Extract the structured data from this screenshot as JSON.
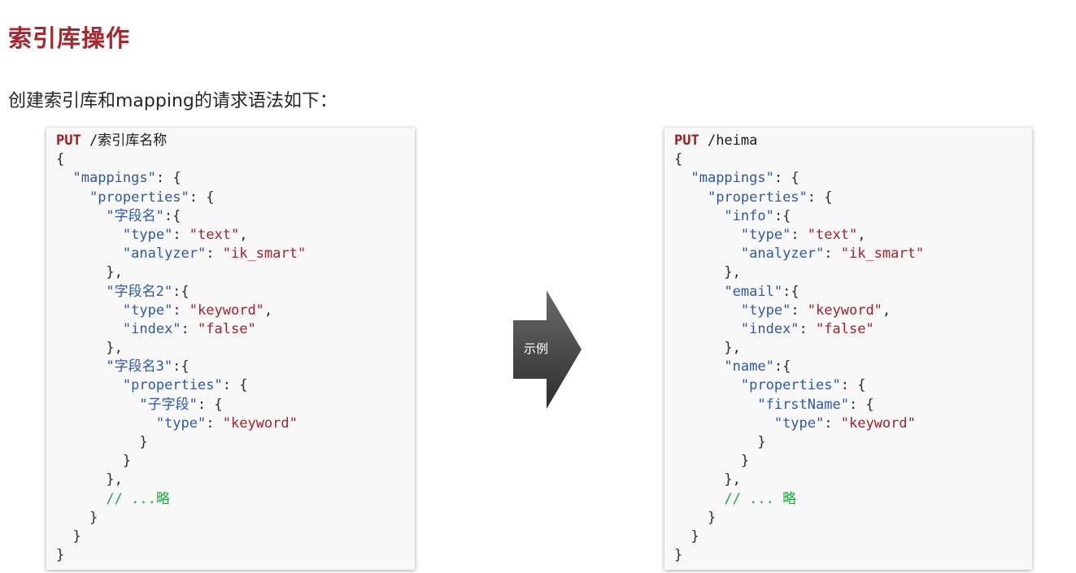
{
  "title": "索引库操作",
  "subtitle": "创建索引库和mapping的请求语法如下：",
  "arrow_label": "示例",
  "left_code": {
    "method": "PUT",
    "path": " /索引库名称",
    "lines": [
      [
        [
          "p",
          "{"
        ]
      ],
      [
        [
          "p",
          "  "
        ],
        [
          "k",
          "\"mappings\""
        ],
        [
          "p",
          ": {"
        ]
      ],
      [
        [
          "p",
          "    "
        ],
        [
          "k",
          "\"properties\""
        ],
        [
          "p",
          ": {"
        ]
      ],
      [
        [
          "p",
          "      "
        ],
        [
          "k",
          "\"字段名\""
        ],
        [
          "p",
          ":{"
        ]
      ],
      [
        [
          "p",
          "        "
        ],
        [
          "k",
          "\"type\""
        ],
        [
          "p",
          ": "
        ],
        [
          "s",
          "\"text\""
        ],
        [
          "p",
          ","
        ]
      ],
      [
        [
          "p",
          "        "
        ],
        [
          "k",
          "\"analyzer\""
        ],
        [
          "p",
          ": "
        ],
        [
          "s",
          "\"ik_smart\""
        ]
      ],
      [
        [
          "p",
          "      },"
        ]
      ],
      [
        [
          "p",
          "      "
        ],
        [
          "k",
          "\"字段名2\""
        ],
        [
          "p",
          ":{"
        ]
      ],
      [
        [
          "p",
          "        "
        ],
        [
          "k",
          "\"type\""
        ],
        [
          "p",
          ": "
        ],
        [
          "s",
          "\"keyword\""
        ],
        [
          "p",
          ","
        ]
      ],
      [
        [
          "p",
          "        "
        ],
        [
          "k",
          "\"index\""
        ],
        [
          "p",
          ": "
        ],
        [
          "s",
          "\"false\""
        ]
      ],
      [
        [
          "p",
          "      },"
        ]
      ],
      [
        [
          "p",
          "      "
        ],
        [
          "k",
          "\"字段名3\""
        ],
        [
          "p",
          ":{"
        ]
      ],
      [
        [
          "p",
          "        "
        ],
        [
          "k",
          "\"properties\""
        ],
        [
          "p",
          ": {"
        ]
      ],
      [
        [
          "p",
          "          "
        ],
        [
          "k",
          "\"子字段\""
        ],
        [
          "p",
          ": {"
        ]
      ],
      [
        [
          "p",
          "            "
        ],
        [
          "k",
          "\"type\""
        ],
        [
          "p",
          ": "
        ],
        [
          "s",
          "\"keyword\""
        ]
      ],
      [
        [
          "p",
          "          }"
        ]
      ],
      [
        [
          "p",
          "        }"
        ]
      ],
      [
        [
          "p",
          "      },"
        ]
      ],
      [
        [
          "p",
          "      "
        ],
        [
          "c",
          "// ...略"
        ]
      ],
      [
        [
          "p",
          "    }"
        ]
      ],
      [
        [
          "p",
          "  }"
        ]
      ],
      [
        [
          "p",
          "}"
        ]
      ]
    ]
  },
  "right_code": {
    "method": "PUT",
    "path": " /heima",
    "lines": [
      [
        [
          "p",
          "{"
        ]
      ],
      [
        [
          "p",
          "  "
        ],
        [
          "k",
          "\"mappings\""
        ],
        [
          "p",
          ": {"
        ]
      ],
      [
        [
          "p",
          "    "
        ],
        [
          "k",
          "\"properties\""
        ],
        [
          "p",
          ": {"
        ]
      ],
      [
        [
          "p",
          "      "
        ],
        [
          "k",
          "\"info\""
        ],
        [
          "p",
          ":{"
        ]
      ],
      [
        [
          "p",
          "        "
        ],
        [
          "k",
          "\"type\""
        ],
        [
          "p",
          ": "
        ],
        [
          "s",
          "\"text\""
        ],
        [
          "p",
          ","
        ]
      ],
      [
        [
          "p",
          "        "
        ],
        [
          "k",
          "\"analyzer\""
        ],
        [
          "p",
          ": "
        ],
        [
          "s",
          "\"ik_smart\""
        ]
      ],
      [
        [
          "p",
          "      },"
        ]
      ],
      [
        [
          "p",
          "      "
        ],
        [
          "k",
          "\"email\""
        ],
        [
          "p",
          ":{"
        ]
      ],
      [
        [
          "p",
          "        "
        ],
        [
          "k",
          "\"type\""
        ],
        [
          "p",
          ": "
        ],
        [
          "s",
          "\"keyword\""
        ],
        [
          "p",
          ","
        ]
      ],
      [
        [
          "p",
          "        "
        ],
        [
          "k",
          "\"index\""
        ],
        [
          "p",
          ": "
        ],
        [
          "s",
          "\"false\""
        ]
      ],
      [
        [
          "p",
          "      },"
        ]
      ],
      [
        [
          "p",
          "      "
        ],
        [
          "k",
          "\"name\""
        ],
        [
          "p",
          ":{"
        ]
      ],
      [
        [
          "p",
          "        "
        ],
        [
          "k",
          "\"properties\""
        ],
        [
          "p",
          ": {"
        ]
      ],
      [
        [
          "p",
          "          "
        ],
        [
          "k",
          "\"firstName\""
        ],
        [
          "p",
          ": {"
        ]
      ],
      [
        [
          "p",
          "            "
        ],
        [
          "k",
          "\"type\""
        ],
        [
          "p",
          ": "
        ],
        [
          "s",
          "\"keyword\""
        ]
      ],
      [
        [
          "p",
          "          }"
        ]
      ],
      [
        [
          "p",
          "        }"
        ]
      ],
      [
        [
          "p",
          "      },"
        ]
      ],
      [
        [
          "p",
          "      "
        ],
        [
          "c",
          "// ... 略"
        ]
      ],
      [
        [
          "p",
          "    }"
        ]
      ],
      [
        [
          "p",
          "  }"
        ]
      ],
      [
        [
          "p",
          "}"
        ]
      ]
    ]
  },
  "colors": {
    "title": "#a8262d",
    "method": "#9b1d24",
    "key": "#2f58a6",
    "string": "#a3222d",
    "comment": "#22a340",
    "arrow_top": "#6a6a6a",
    "arrow_bottom": "#2e2e2e"
  },
  "icons": {
    "arrow": "right-arrow-icon"
  }
}
